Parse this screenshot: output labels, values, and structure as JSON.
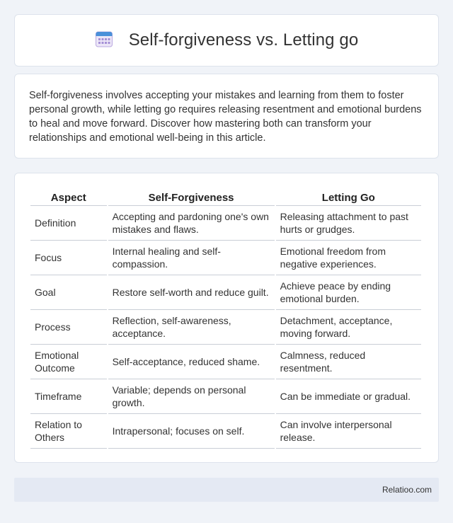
{
  "header": {
    "icon": "calendar-icon",
    "title": "Self-forgiveness vs. Letting go"
  },
  "intro": {
    "text": "Self-forgiveness involves accepting your mistakes and learning from them to foster personal growth, while letting go requires releasing resentment and emotional burdens to heal and move forward. Discover how mastering both can transform your relationships and emotional well-being in this article."
  },
  "table": {
    "headers": [
      "Aspect",
      "Self-Forgiveness",
      "Letting Go"
    ],
    "rows": [
      [
        "Definition",
        "Accepting and pardoning one's own mistakes and flaws.",
        "Releasing attachment to past hurts or grudges."
      ],
      [
        "Focus",
        "Internal healing and self-compassion.",
        "Emotional freedom from negative experiences."
      ],
      [
        "Goal",
        "Restore self-worth and reduce guilt.",
        "Achieve peace by ending emotional burden."
      ],
      [
        "Process",
        "Reflection, self-awareness, acceptance.",
        "Detachment, acceptance, moving forward."
      ],
      [
        "Emotional Outcome",
        "Self-acceptance, reduced shame.",
        "Calmness, reduced resentment."
      ],
      [
        "Timeframe",
        "Variable; depends on personal growth.",
        "Can be immediate or gradual."
      ],
      [
        "Relation to Others",
        "Intrapersonal; focuses on self.",
        "Can involve interpersonal release."
      ]
    ]
  },
  "footer": {
    "brand": "Relatioo.com"
  },
  "colors": {
    "background": "#f0f3f8",
    "card": "#ffffff",
    "footer": "#e4e9f3",
    "icon_accent": "#8e7cc3"
  }
}
